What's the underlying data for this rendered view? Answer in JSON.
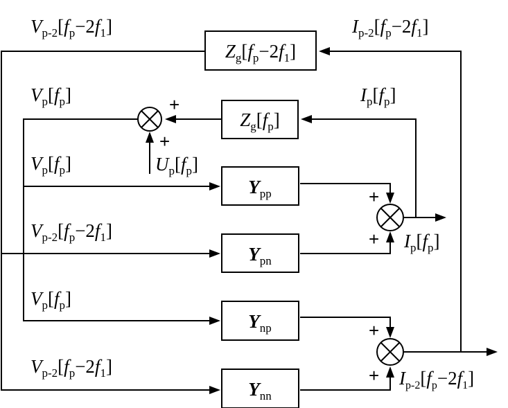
{
  "signals": {
    "v_p2_top": {
      "sym": "V",
      "sub": "p-2",
      "arg1": "f",
      "sub2": "p",
      "minus": "−2",
      "arg2": "f",
      "sub3": "1"
    },
    "i_p2_top": {
      "sym": "I",
      "sub": "p-2",
      "arg1": "f",
      "sub2": "p",
      "minus": "−2",
      "arg2": "f",
      "sub3": "1"
    },
    "v_p_sum": {
      "sym": "V",
      "sub": "p",
      "arg1": "f",
      "sub2": "p"
    },
    "i_p_fb": {
      "sym": "I",
      "sub": "p",
      "arg1": "f",
      "sub2": "p"
    },
    "u_p": {
      "sym": "U",
      "sub": "p",
      "arg1": "f",
      "sub2": "p"
    },
    "v_p_1": {
      "sym": "V",
      "sub": "p",
      "arg1": "f",
      "sub2": "p"
    },
    "v_p2_1": {
      "sym": "V",
      "sub": "p-2",
      "arg1": "f",
      "sub2": "p",
      "minus": "−2",
      "arg2": "f",
      "sub3": "1"
    },
    "i_p_out": {
      "sym": "I",
      "sub": "p",
      "arg1": "f",
      "sub2": "p"
    },
    "v_p_2": {
      "sym": "V",
      "sub": "p",
      "arg1": "f",
      "sub2": "p"
    },
    "v_p2_2": {
      "sym": "V",
      "sub": "p-2",
      "arg1": "f",
      "sub2": "p",
      "minus": "−2",
      "arg2": "f",
      "sub3": "1"
    },
    "i_p2_out": {
      "sym": "I",
      "sub": "p-2",
      "arg1": "f",
      "sub2": "p",
      "minus": "−2",
      "arg2": "f",
      "sub3": "1"
    }
  },
  "blocks": {
    "zg_p2": {
      "sym": "Z",
      "sub": "g",
      "arg1": "f",
      "sub2": "p",
      "minus": "−2",
      "arg2": "f",
      "sub3": "1"
    },
    "zg_p": {
      "sym": "Z",
      "sub": "g",
      "arg1": "f",
      "sub2": "p"
    },
    "ypp": {
      "sym": "Y",
      "sub": "pp"
    },
    "ypn": {
      "sym": "Y",
      "sub": "pn"
    },
    "ynp": {
      "sym": "Y",
      "sub": "np"
    },
    "ynn": {
      "sym": "Y",
      "sub": "nn"
    }
  },
  "signs": {
    "plus": "+"
  }
}
